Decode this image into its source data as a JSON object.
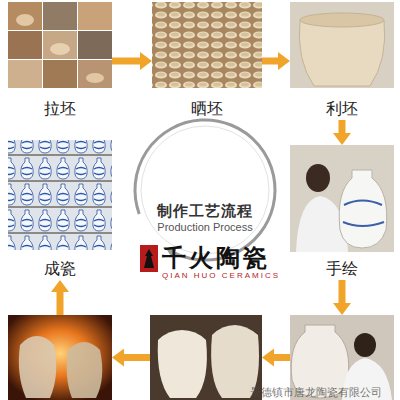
{
  "diagram": {
    "nodes": [
      {
        "text": [
          "拉坯"
        ]
      },
      {
        "text": [
          "晒坯"
        ]
      },
      {
        "text": [
          "利坯"
        ]
      },
      {
        "text": [
          "手绘"
        ]
      },
      {
        "text": []
      },
      {
        "text": []
      },
      {
        "text": []
      },
      {
        "text": [
          "成瓷"
        ]
      },
      {
        "text": [
          "制作工艺流程",
          "Production Process"
        ]
      }
    ],
    "edges": [
      {
        "from": 0,
        "to": 1,
        "arrow": "to"
      },
      {
        "from": 1,
        "to": 2,
        "arrow": "to"
      },
      {
        "from": 2,
        "to": 3,
        "arrow": "to"
      },
      {
        "from": 3,
        "to": 4,
        "arrow": "to"
      },
      {
        "from": 4,
        "to": 5,
        "arrow": "to"
      },
      {
        "from": 5,
        "to": 6,
        "arrow": "to"
      },
      {
        "from": 6,
        "to": 7,
        "arrow": "to"
      }
    ],
    "labels": [
      "千火陶瓷",
      "QIAN HUO CERAMICS",
      "景德镇市唐龙陶瓷有限公司"
    ]
  }
}
